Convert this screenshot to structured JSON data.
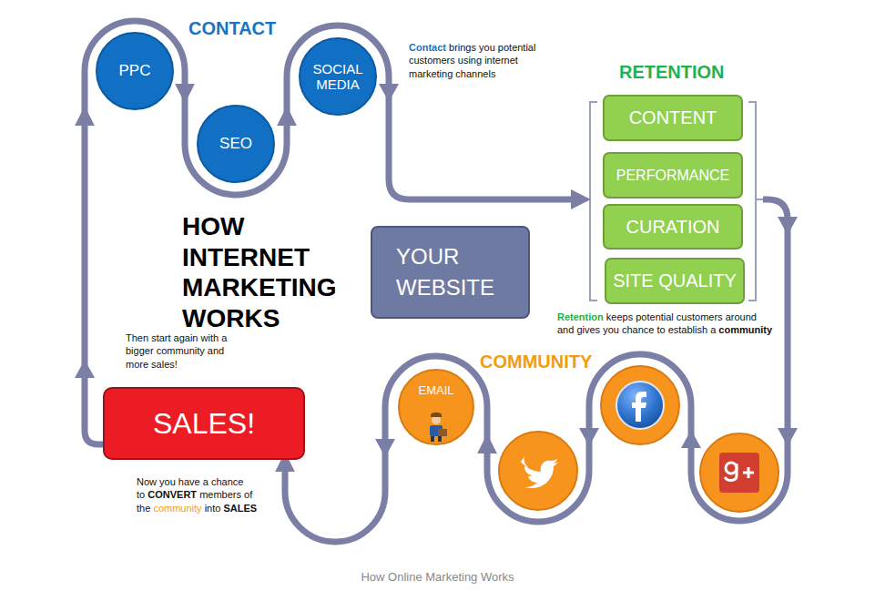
{
  "diagram": {
    "title": "HOW INTERNET MARKETING WORKS",
    "caption": "How Online Marketing Works",
    "nodes": [
      {
        "text": [
          "PPC"
        ]
      },
      {
        "text": [
          "SEO"
        ]
      },
      {
        "text": [
          "SOCIAL MEDIA"
        ]
      },
      {
        "text": [
          "CONTENT"
        ]
      },
      {
        "text": [
          "PERFORMANCE"
        ]
      },
      {
        "text": [
          "CURATION"
        ]
      },
      {
        "text": [
          "SITE QUALITY"
        ]
      },
      {
        "text": [
          "YOUR WEBSITE"
        ]
      },
      {
        "text": [
          "SALES!"
        ]
      },
      {
        "text": [
          "EMAIL"
        ]
      }
    ],
    "edges": [
      {
        "from": 8,
        "to": 0,
        "arrow": "to"
      },
      {
        "from": 0,
        "to": 1,
        "arrow": "to"
      },
      {
        "from": 1,
        "to": 2,
        "arrow": "to"
      },
      {
        "from": 2,
        "to": 4,
        "arrow": "to"
      },
      {
        "from": 4,
        "to": 9,
        "arrow": "to"
      },
      {
        "from": 9,
        "to": 8,
        "arrow": "to"
      }
    ],
    "labels": [
      "CONTACT",
      "Contact",
      "brings you potential customers using internet marketing channels",
      "RETENTION",
      "Retention",
      "keeps potential customers around and gives you chance to establish a",
      "community",
      "Then start again with a bigger community and more sales!",
      "COMMUNITY",
      "Now you have a chance to",
      "CONVERT",
      "members of the",
      "community",
      "into",
      "SALES"
    ]
  }
}
